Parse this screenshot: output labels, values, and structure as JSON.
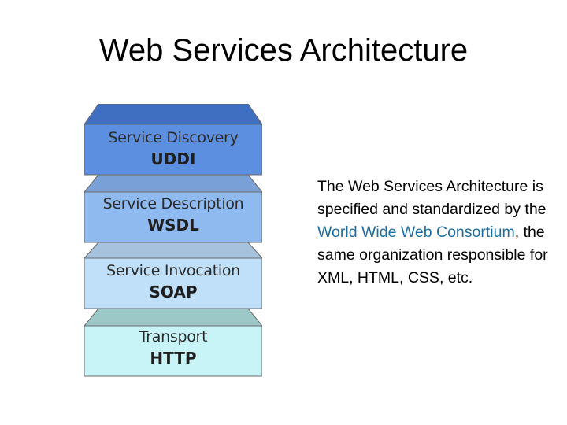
{
  "title": "Web Services Architecture",
  "stack": {
    "layers": [
      {
        "name": "Service Discovery",
        "protocol": "UDDI",
        "color": "#5d8fe0",
        "cap_color": "#3f6fc0"
      },
      {
        "name": "Service Description",
        "protocol": "WSDL",
        "color": "#8fbaf0",
        "cap_color": "#7aa0d8"
      },
      {
        "name": "Service Invocation",
        "protocol": "SOAP",
        "color": "#bfe0f8",
        "cap_color": "#a6c2dc"
      },
      {
        "name": "Transport",
        "protocol": "HTTP",
        "color": "#c8f4f8",
        "cap_color": "#9cc8c8"
      }
    ]
  },
  "description": {
    "before": "The Web Services Architecture is specified and standardized by the ",
    "link_text": "World Wide Web Consortium",
    "after": ", the same organization responsible for XML, HTML, CSS, etc.",
    "link_color": "#1a6ea0"
  }
}
